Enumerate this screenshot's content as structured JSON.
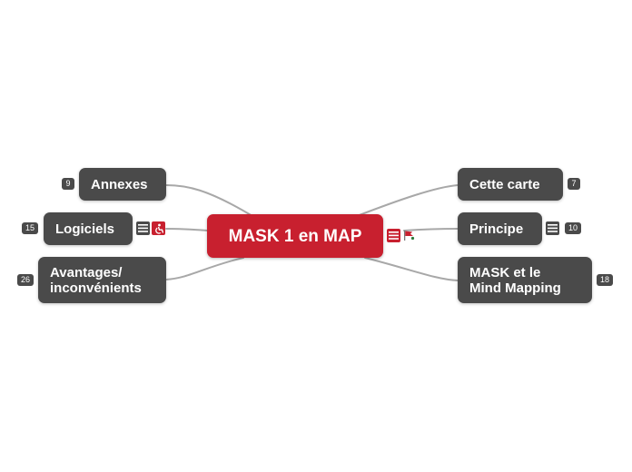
{
  "central": {
    "label": "MASK 1 en MAP",
    "color": "#c8202f"
  },
  "left_topics": [
    {
      "label": "Annexes",
      "count": "9"
    },
    {
      "label": "Logiciels",
      "count": "15"
    },
    {
      "label": "Avantages/\ninconvénients",
      "count": "26"
    }
  ],
  "right_topics": [
    {
      "label": "Cette carte",
      "count": "7"
    },
    {
      "label": "Principe",
      "count": "10"
    },
    {
      "label": "MASK et le\nMind Mapping",
      "count": "18"
    }
  ],
  "icons": {
    "central_note": "note-icon",
    "central_flag": "flag-icon",
    "logiciels_note": "note-icon",
    "logiciels_link": "accessibility-icon",
    "principe_note": "note-icon"
  },
  "colors": {
    "topic": "#4a4a4a",
    "central": "#c8202f",
    "line": "#a8a8a8"
  }
}
